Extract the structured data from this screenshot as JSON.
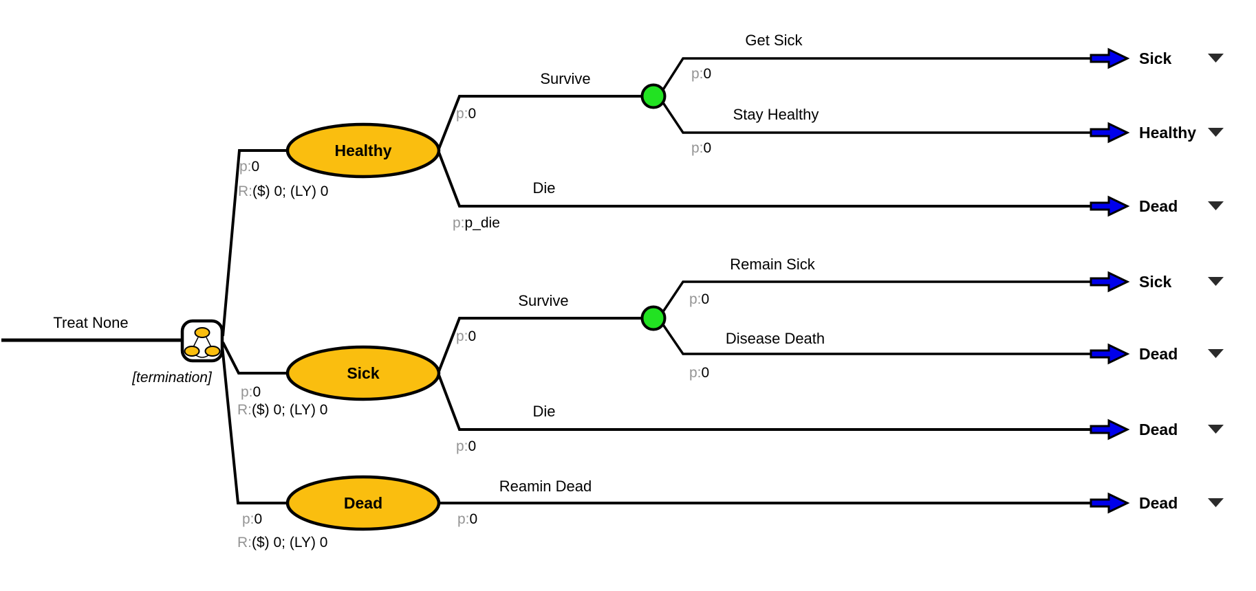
{
  "root": {
    "label": "Treat None",
    "node_type": "markov-node",
    "termination": "[termination]"
  },
  "prefixes": {
    "p": "p:",
    "r": "R:"
  },
  "states": [
    {
      "name": "Healthy",
      "p": "0",
      "reward": "($) 0; (LY) 0"
    },
    {
      "name": "Sick",
      "p": "0",
      "reward": "($) 0; (LY) 0"
    },
    {
      "name": "Dead",
      "p": "0",
      "reward": "($) 0; (LY) 0"
    }
  ],
  "branches": {
    "healthy_survive": {
      "label": "Survive",
      "p": "0"
    },
    "healthy_survive_get_sick": {
      "label": "Get Sick",
      "p": "0",
      "terminal": "Sick"
    },
    "healthy_survive_stay_healthy": {
      "label": "Stay Healthy",
      "p": "0",
      "terminal": "Healthy"
    },
    "healthy_die": {
      "label": "Die",
      "p": "p_die",
      "terminal": "Dead"
    },
    "sick_survive": {
      "label": "Survive",
      "p": "0"
    },
    "sick_survive_remain_sick": {
      "label": "Remain Sick",
      "p": "0",
      "terminal": "Sick"
    },
    "sick_survive_disease_death": {
      "label": "Disease Death",
      "p": "0",
      "terminal": "Dead"
    },
    "sick_die": {
      "label": "Die",
      "p": "0",
      "terminal": "Dead"
    },
    "dead_remain_dead": {
      "label": "Reamin Dead",
      "p": "0",
      "terminal": "Dead"
    }
  },
  "colors": {
    "state_fill": "#FABE0F",
    "chance_fill": "#22E222",
    "terminal_arrow_fill": "#0000EB",
    "line": "#000000",
    "prefix_gray": "#949494",
    "dropdown_triangle": "#2B2B2B"
  }
}
